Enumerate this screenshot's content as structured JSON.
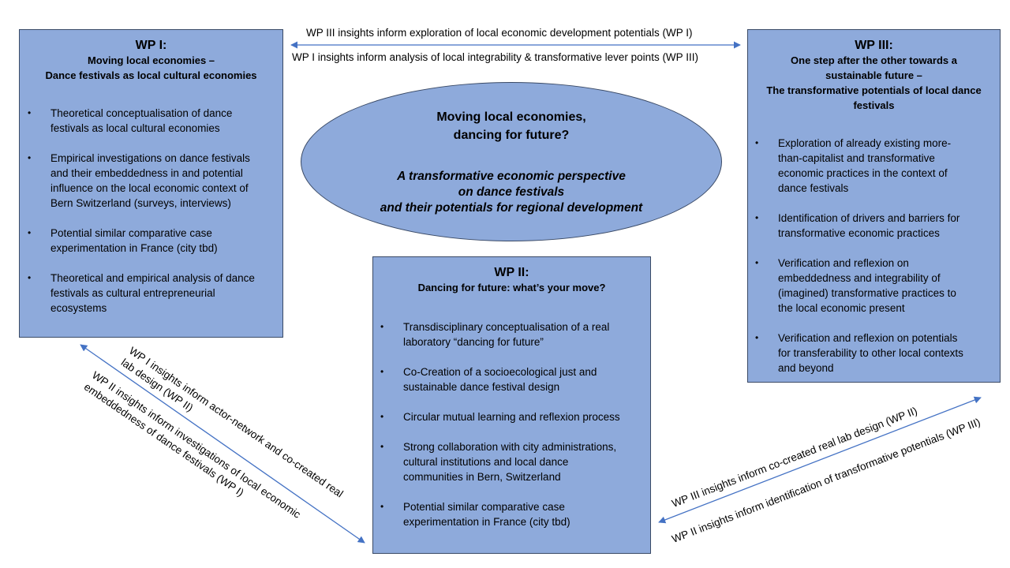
{
  "wp1": {
    "title": "WP I:",
    "subtitle": "Moving local economies –\nDance festivals as local cultural economies",
    "items": [
      "Theoretical conceptualisation of dance\nfestivals as local cultural economies",
      "Empirical investigations on dance festivals\nand their embeddedness in and potential\ninfluence on the local economic context  of\nBern Switzerland (surveys, interviews)",
      "Potential similar comparative case\nexperimentation in France (city tbd)",
      "Theoretical and empirical analysis of dance\nfestivals as cultural entrepreneurial\necosystems"
    ]
  },
  "wp2": {
    "title": "WP II:",
    "subtitle": "Dancing for future: what’s your move?",
    "items": [
      "Transdisciplinary conceptualisation of a real\nlaboratory “dancing for future”",
      "Co-Creation of a socioecological just and\nsustainable dance festival design",
      "Circular mutual learning and reflexion process",
      "Strong collaboration with city administrations,\ncultural institutions and local dance\ncommunities  in Bern, Switzerland",
      "Potential similar comparative case\nexperimentation in France (city tbd)"
    ]
  },
  "wp3": {
    "title": "WP III:",
    "subtitle": "One step after the other towards a\nsustainable future –\nThe transformative potentials of local dance\nfestivals",
    "items": [
      "Exploration of already existing more-\nthan-capitalist and transformative\neconomic practices in the context of\ndance festivals",
      "Identification of drivers and barriers for\ntransformative economic practices",
      "Verification and reflexion on\nembeddedness and integrability of\n(imagined) transformative practices to\nthe local economic present",
      "Verification and reflexion on potentials\nfor transferability to other local contexts\nand beyond"
    ]
  },
  "center": {
    "title": "Moving local economies,\ndancing for future?",
    "subtitle": "A transformative economic perspective\non dance festivals\nand their potentials  for regional development"
  },
  "links": {
    "top_upper": "WP III insights inform exploration of local economic development  potentials (WP I)",
    "top_lower": "WP I insights inform analysis of local integrability & transformative lever points (WP III)",
    "left_upper": "WP I insights inform actor-network and co-created real\nlab design (WP II)",
    "left_lower": "WP II insights inform investigations of local economic\nembeddedness  of dance festivals (WP I)",
    "right_upper": "WP III insights inform co-created real lab design  (WP II)",
    "right_lower": "WP II insights inform identification of transformative potentials (WP III)"
  },
  "colors": {
    "box_fill": "#8eaadb",
    "box_border": "#3a4a66",
    "arrow": "#4472c4"
  }
}
